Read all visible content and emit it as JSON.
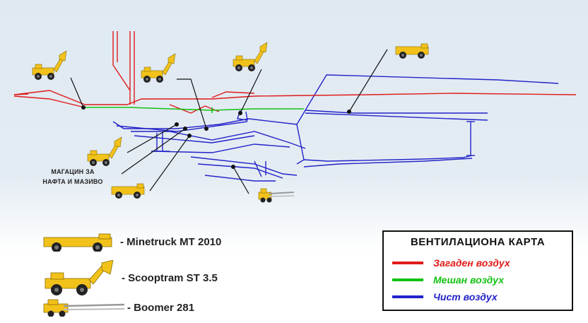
{
  "colors": {
    "polluted": "#e01b1b",
    "mixed": "#14c214",
    "clean": "#2323c8",
    "machine_yellow": "#f2c21a",
    "pointer": "#111111"
  },
  "diagram": {
    "storage_label_line1": "МАГАЦИН ЗА",
    "storage_label_line2": "НАФТА И МАЗИВО"
  },
  "equipment_key": [
    {
      "icon": "minetruck-icon",
      "label": "- Minetruck MT 2010"
    },
    {
      "icon": "scooptram-icon",
      "label": "- Scooptram ST 3.5"
    },
    {
      "icon": "boomer-icon",
      "label": "- Boomer 281"
    }
  ],
  "legend": {
    "title": "ВЕНТИЛАЦИОНА КАРТА",
    "items": [
      {
        "label": "Загаден воздух",
        "color": "#e01b1b"
      },
      {
        "label": "Мешан воздух",
        "color": "#14c214"
      },
      {
        "label": "Чист воздух",
        "color": "#2323c8"
      }
    ]
  }
}
